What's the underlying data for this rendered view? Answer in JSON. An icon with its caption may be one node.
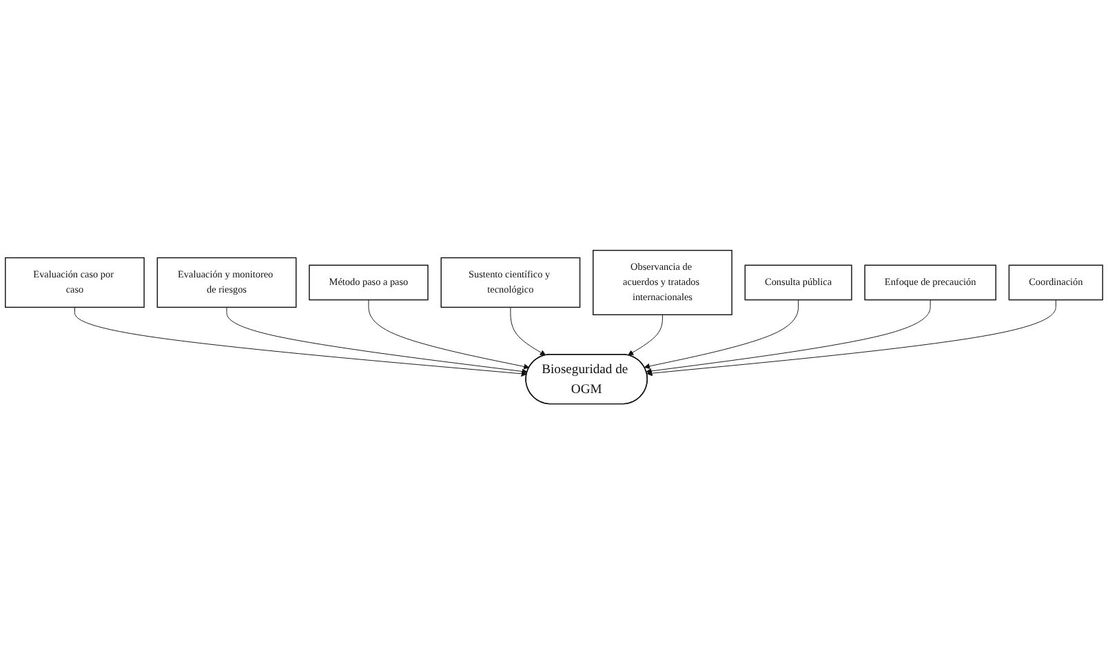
{
  "diagram": {
    "nodes": [
      {
        "text": [
          "Evaluación caso por caso"
        ]
      },
      {
        "text": [
          "Evaluación y monitoreo de riesgos"
        ]
      },
      {
        "text": [
          "Método paso a paso"
        ]
      },
      {
        "text": [
          "Sustento científico y tecnológico"
        ]
      },
      {
        "text": [
          "Bioseguridad de OGM"
        ]
      },
      {
        "text": [
          "Observancia de acuerdos y tratados internacionales"
        ]
      },
      {
        "text": [
          "Consulta pública"
        ]
      },
      {
        "text": [
          "Enfoque de precaución"
        ]
      },
      {
        "text": [
          "Coordinación"
        ]
      }
    ],
    "edges": [
      {
        "from": 0,
        "to": 4,
        "arrow": "to"
      },
      {
        "from": 1,
        "to": 4,
        "arrow": "to"
      },
      {
        "from": 2,
        "to": 4,
        "arrow": "to"
      },
      {
        "from": 3,
        "to": 4,
        "arrow": "to"
      },
      {
        "from": 5,
        "to": 4,
        "arrow": "to"
      },
      {
        "from": 6,
        "to": 4,
        "arrow": "to"
      },
      {
        "from": 7,
        "to": 4,
        "arrow": "to"
      },
      {
        "from": 8,
        "to": 4,
        "arrow": "to"
      }
    ]
  }
}
